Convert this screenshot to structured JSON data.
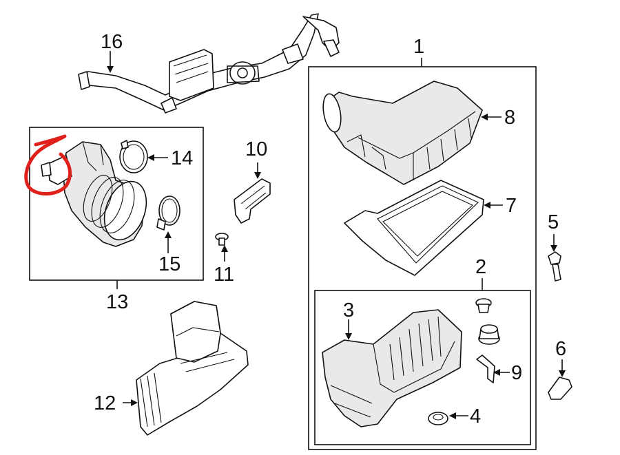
{
  "callouts": {
    "c1": "1",
    "c2": "2",
    "c3": "3",
    "c4": "4",
    "c5": "5",
    "c6": "6",
    "c7": "7",
    "c8": "8",
    "c9": "9",
    "c10": "10",
    "c11": "11",
    "c12": "12",
    "c13": "13",
    "c14": "14",
    "c15": "15",
    "c16": "16"
  },
  "colors": {
    "line": "#111111",
    "highlight": "#e0211b",
    "background": "#ffffff"
  }
}
